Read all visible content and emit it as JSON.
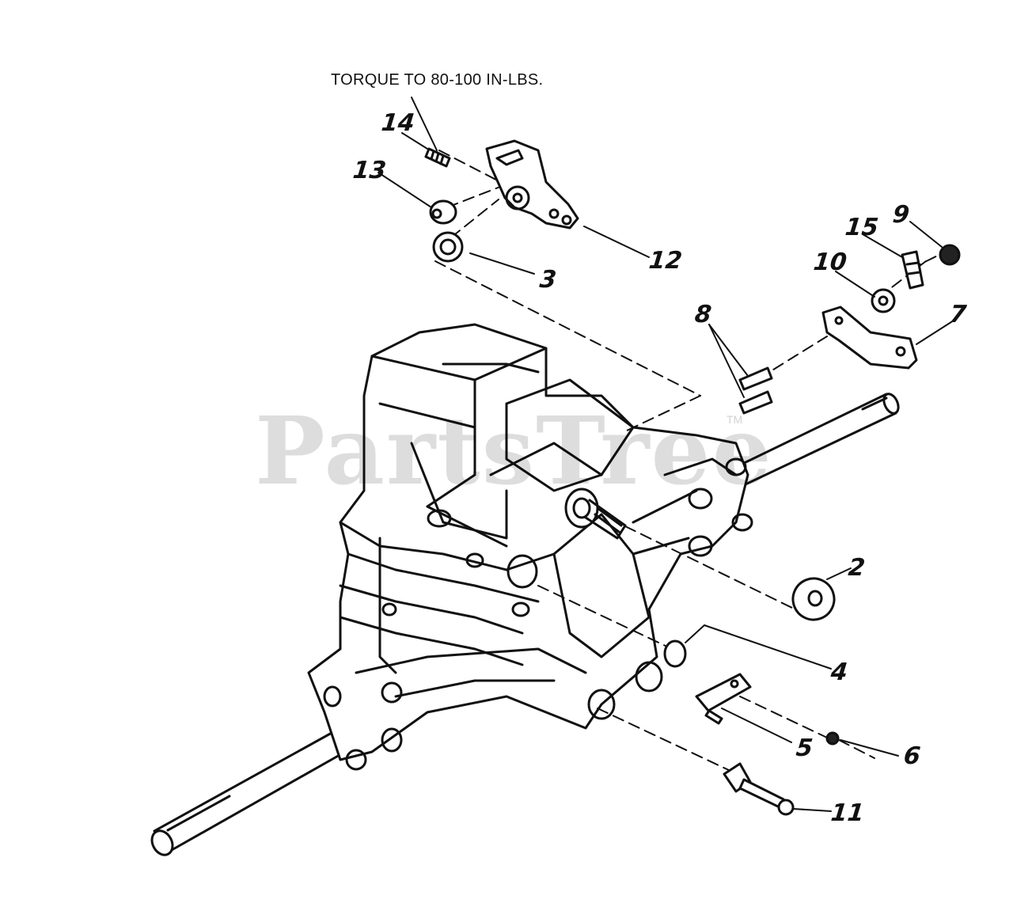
{
  "note": "TORQUE TO 80-100 IN-LBS.",
  "watermark": "PartsTree",
  "watermark_mark": "TM",
  "callouts": {
    "c1": "14",
    "c2": "13",
    "c3": "12",
    "c4": "3",
    "c5": "9",
    "c6": "15",
    "c7": "10",
    "c8": "8",
    "c9": "7",
    "c10": "2",
    "c11": "4",
    "c12": "5",
    "c13": "6",
    "c14": "11"
  }
}
